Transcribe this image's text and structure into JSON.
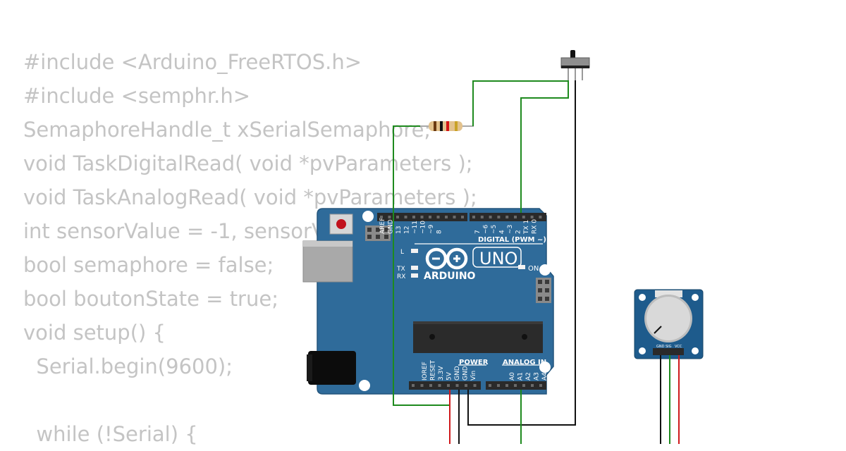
{
  "code": {
    "lines": [
      "#include <Arduino_FreeRTOS.h>",
      "#include <semphr.h>",
      "SemaphoreHandle_t xSerialSemaphore;",
      "void TaskDigitalRead( void *pvParameters );",
      "void TaskAnalogRead( void *pvParameters );",
      "int sensorValue = -1, sensorValue2 = -1;",
      "bool semaphore = false;",
      "bool boutonState = true;",
      "void setup() {",
      "  Serial.begin(9600);",
      "",
      "  while (!Serial) {"
    ]
  },
  "arduino": {
    "model": "UNO",
    "brand": "ARDUINO",
    "on_label": "ON",
    "l_label": "L",
    "tx_label": "TX",
    "rx_label": "RX",
    "digital_label": "DIGITAL (PWM ~)",
    "power_label": "POWER",
    "analog_label": "ANALOG IN",
    "digital_pins": [
      "AREF",
      "GND",
      "13",
      "12",
      "~11",
      "~10",
      "~9",
      "8",
      "7",
      "~6",
      "~5",
      "4",
      "~3",
      "2",
      "TX 1",
      "RX 0"
    ],
    "power_pins": [
      "IOREF",
      "RESET",
      "3.3V",
      "5V",
      "GND",
      "GND",
      "Vin"
    ],
    "analog_pins": [
      "A0",
      "A1",
      "A2",
      "A3",
      "A4",
      "A5"
    ]
  },
  "potentiometer": {
    "pins": [
      "GND",
      "SIG",
      "VCC"
    ]
  },
  "colors": {
    "board": "#2f6b9a",
    "wire_signal": "#1e8a1e",
    "wire_ground": "#111111",
    "wire_power": "#d0191c",
    "code_text": "#c4c4c4"
  },
  "icons": [
    "arduino-infinity-logo-icon",
    "slide-switch-icon",
    "resistor-icon",
    "potentiometer-knob-icon"
  ]
}
